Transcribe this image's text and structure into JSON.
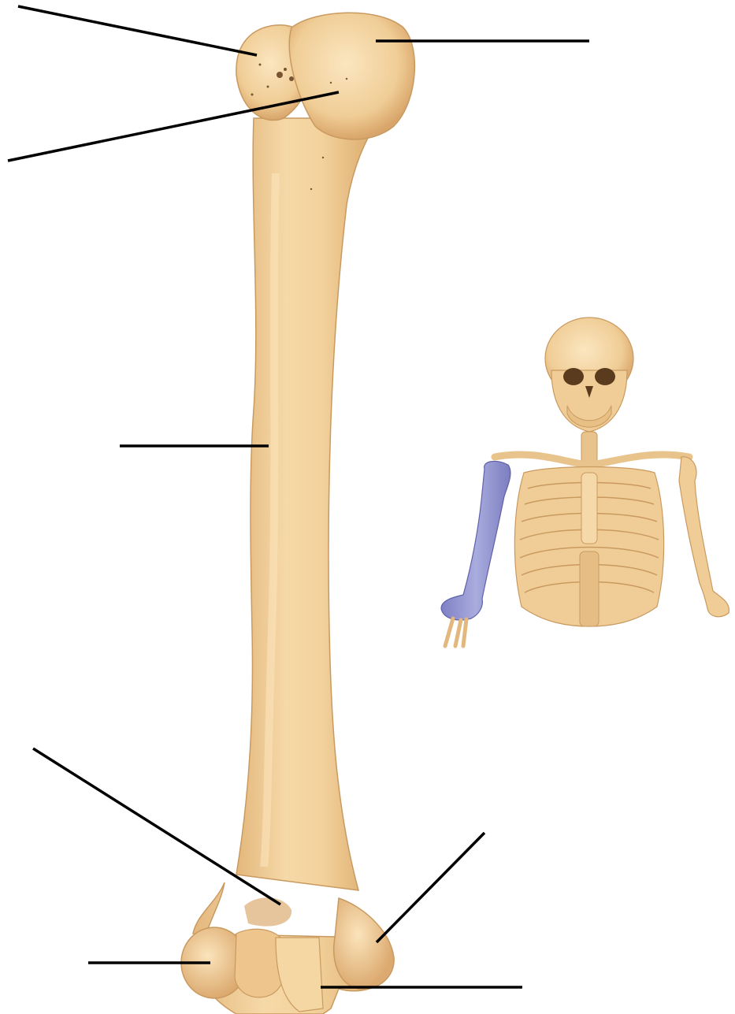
{
  "figure": {
    "main_bone": "humerus",
    "inset": "skeleton-upper-torso",
    "highlighted_bone_color": "#8f92cf",
    "bone_color": "#f0cd96",
    "leader_line_color": "#000000"
  },
  "leader_lines": [
    {
      "id": "line-top-left",
      "label": ""
    },
    {
      "id": "line-top-right",
      "label": ""
    },
    {
      "id": "line-upper-left",
      "label": ""
    },
    {
      "id": "line-mid-left",
      "label": ""
    },
    {
      "id": "line-lower-left-diagonal",
      "label": ""
    },
    {
      "id": "line-lower-right-diagonal",
      "label": ""
    },
    {
      "id": "line-bottom-left",
      "label": ""
    },
    {
      "id": "line-bottom-right",
      "label": ""
    }
  ]
}
